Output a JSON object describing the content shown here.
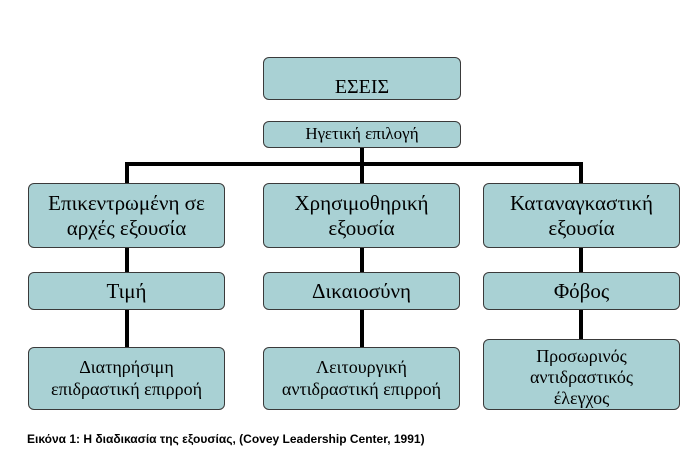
{
  "diagram": {
    "root": {
      "title": "ΕΣΕΙΣ",
      "subtitle": "Ηγετική επιλογή"
    },
    "branches": [
      {
        "power": "Επικεντρωμένη σε\nαρχές εξουσία",
        "value": "Τιμή",
        "influence": "Διατηρήσιμη\nεπιδραστική επιρροή"
      },
      {
        "power": "Χρησιμοθηρική\nεξουσία",
        "value": "Δικαιοσύνη",
        "influence": "Λειτουργική\nαντιδραστική επιρροή"
      },
      {
        "power": "Καταναγκαστική\nεξουσία",
        "value": "Φόβος",
        "influence": "Προσωρινός\nαντιδραστικός\nέλεγχος"
      }
    ]
  },
  "caption": "Εικόνα 1: Η διαδικασία της εξουσίας, (Covey Leadership Center, 1991)",
  "colors": {
    "box_fill": "#a9d1d4",
    "box_border": "#3a3a3a",
    "connector": "#000000"
  }
}
